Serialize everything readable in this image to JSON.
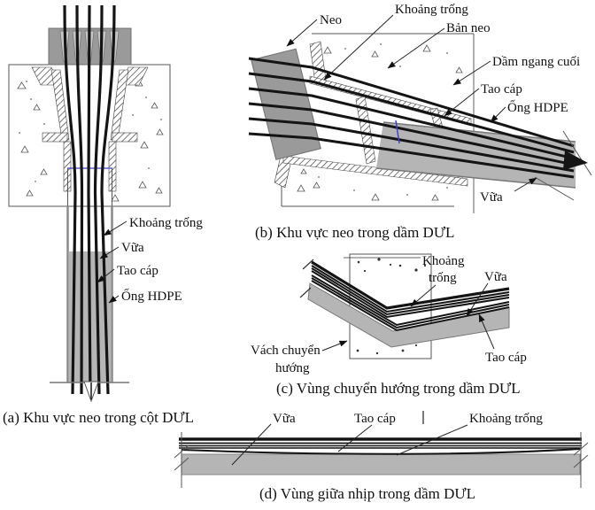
{
  "figure": {
    "panels": {
      "a": {
        "caption": "(a) Khu vực neo trong cột DƯL",
        "labels": {
          "khoang_trong": "Khoảng trống",
          "vua": "Vữa",
          "tao_cap": "Tao cáp",
          "ong_hdpe": "Ống HDPE"
        }
      },
      "b": {
        "caption": "(b) Khu vực neo trong dầm DƯL",
        "labels": {
          "neo": "Neo",
          "khoang_trong": "Khoảng trống",
          "ban_neo": "Bản neo",
          "dam_ngang_cuoi": "Dầm ngang cuối",
          "tao_cap": "Tao cáp",
          "ong_hdpe": "Ống HDPE",
          "vua": "Vữa"
        }
      },
      "c": {
        "caption": "(c) Vùng chuyển hướng trong dầm DƯL",
        "labels": {
          "khoang_trong_l1": "Khoảng",
          "khoang_trong_l2": "trống",
          "vua": "Vữa",
          "tao_cap": "Tao cáp",
          "vach_l1": "Vách chuyển",
          "vach_l2": "hướng"
        }
      },
      "d": {
        "caption": "(d) Vùng giữa nhịp trong dầm DƯL",
        "labels": {
          "vua": "Vữa",
          "tao_cap": "Tao cáp",
          "khoang_trong": "Khoảng trống"
        }
      }
    },
    "colors": {
      "line": "#141414",
      "steel_gray": "#9a9a9a",
      "grout_gray": "#b5b5b5",
      "outline": "#555555",
      "blue_mark": "#4141c8",
      "background": "#ffffff"
    }
  }
}
